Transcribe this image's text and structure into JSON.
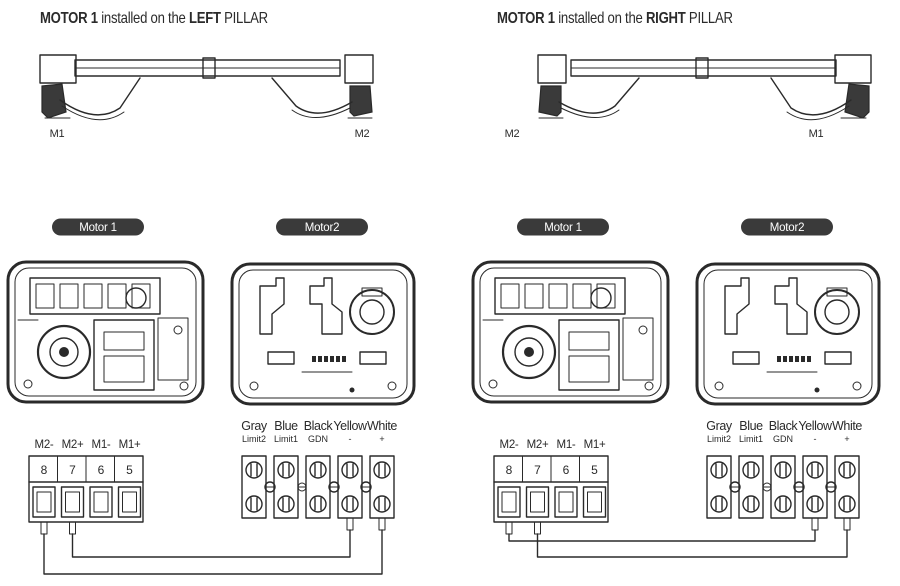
{
  "left": {
    "title": {
      "strong1": "MOTOR 1",
      "mid": " installed on the ",
      "strong2": "LEFT",
      "end": " PILLAR"
    },
    "gate_labels": [
      "M1",
      "M2"
    ],
    "pill1": "Motor 1",
    "pill2": "Motor2"
  },
  "right": {
    "title": {
      "strong1": "MOTOR 1",
      "mid": " installed on the ",
      "strong2": "RIGHT",
      "end": " PILLAR"
    },
    "gate_labels": [
      "M2",
      "M1"
    ],
    "pill1": "Motor 1",
    "pill2": "Motor2"
  },
  "terminal_block_a": {
    "headers": [
      "M2-",
      "M2+",
      "M1-",
      "M1+"
    ],
    "numbers": [
      "8",
      "7",
      "6",
      "5"
    ]
  },
  "terminal_block_b": {
    "colors": [
      "Gray",
      "Blue",
      "Black",
      "Yellow",
      "White"
    ],
    "subs": [
      "Limit2",
      "Limit1",
      "GDN",
      "-",
      "+"
    ]
  },
  "colors": {
    "ink": "#2a2a2a",
    "pill": "#3a3a3a",
    "pill_text": "#ffffff"
  }
}
